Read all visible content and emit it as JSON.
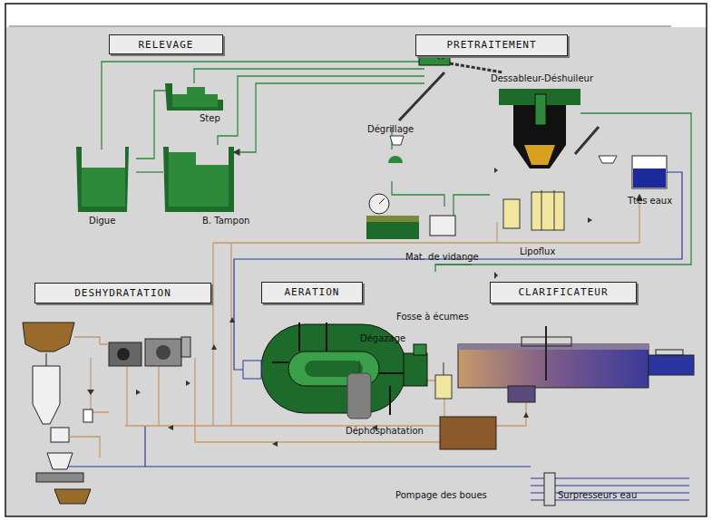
{
  "diagram": {
    "nodes": [
      {
        "text": [
          "RELEVAGE"
        ]
      },
      {
        "text": [
          "PRETRAITEMENT"
        ]
      },
      {
        "text": [
          "DESHYDRATATION"
        ]
      },
      {
        "text": [
          "AERATION"
        ]
      },
      {
        "text": [
          "CLARIFICATEUR"
        ]
      }
    ],
    "labels": [
      "Step",
      "Digue",
      "B. Tampon",
      "Dessableur-Déshuileur",
      "Dégrillage",
      "Mat. de vidange",
      "Lipoflux",
      "Ttes eaux",
      "Fosse à écumes",
      "Dégazage",
      "Déphosphatation",
      "Pompage des boues",
      "Surpresseurs eau"
    ]
  }
}
